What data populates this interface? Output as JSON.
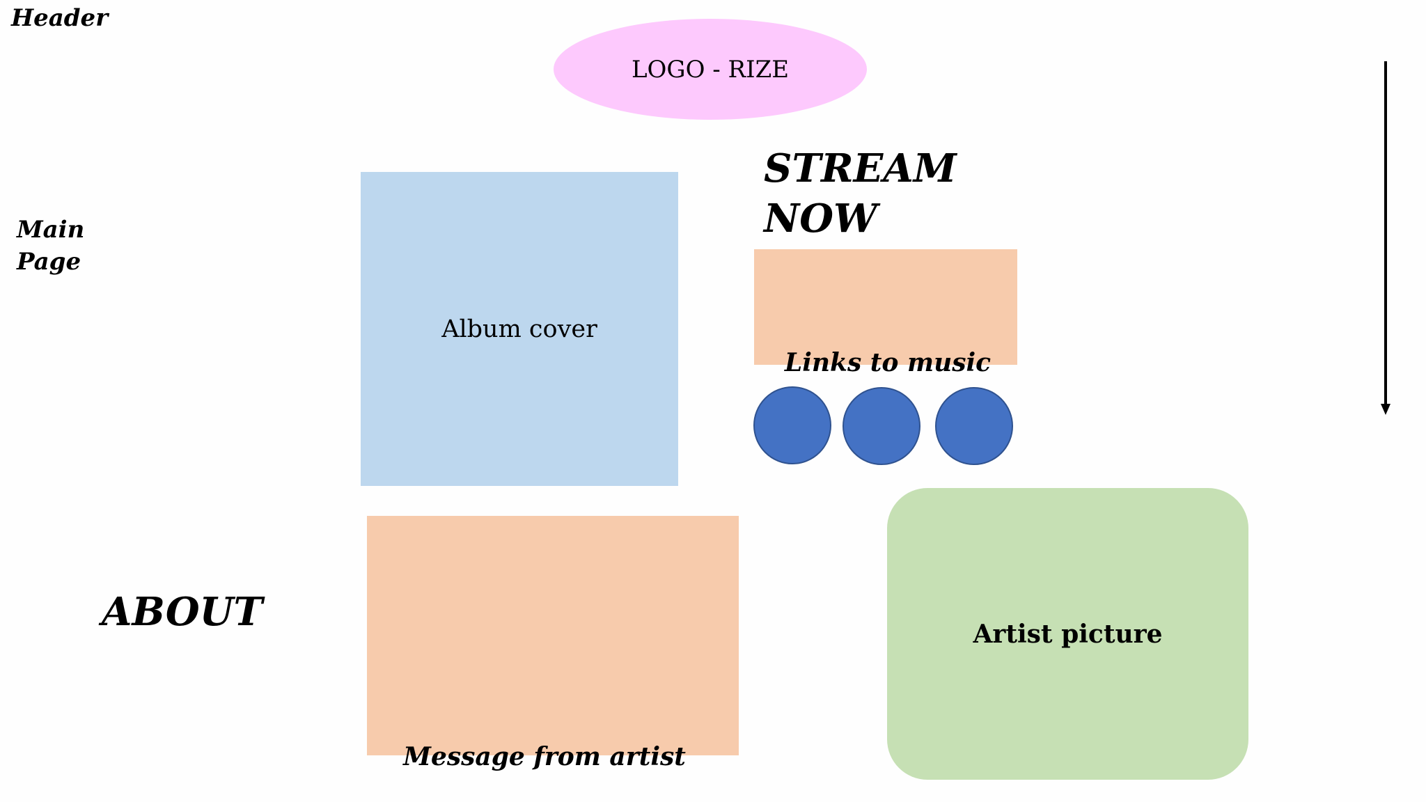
{
  "labels": {
    "header": "Header",
    "main_page": "Main\nPage",
    "about": "ABOUT"
  },
  "logo": {
    "text": "LOGO - RIZE",
    "color": "#fdc9fd"
  },
  "album": {
    "text": "Album cover",
    "color": "#bdd7ee"
  },
  "stream": {
    "title": "STREAM\nNOW",
    "links_label": "Links to music",
    "box_color": "#f7cbac",
    "circle_color": "#4472c4",
    "circle_count": 3
  },
  "message": {
    "text": "Message from artist",
    "color": "#f7cbac"
  },
  "artist": {
    "text": "Artist picture",
    "color": "#c6e0b4"
  },
  "scroll_arrow": {
    "direction": "down"
  }
}
